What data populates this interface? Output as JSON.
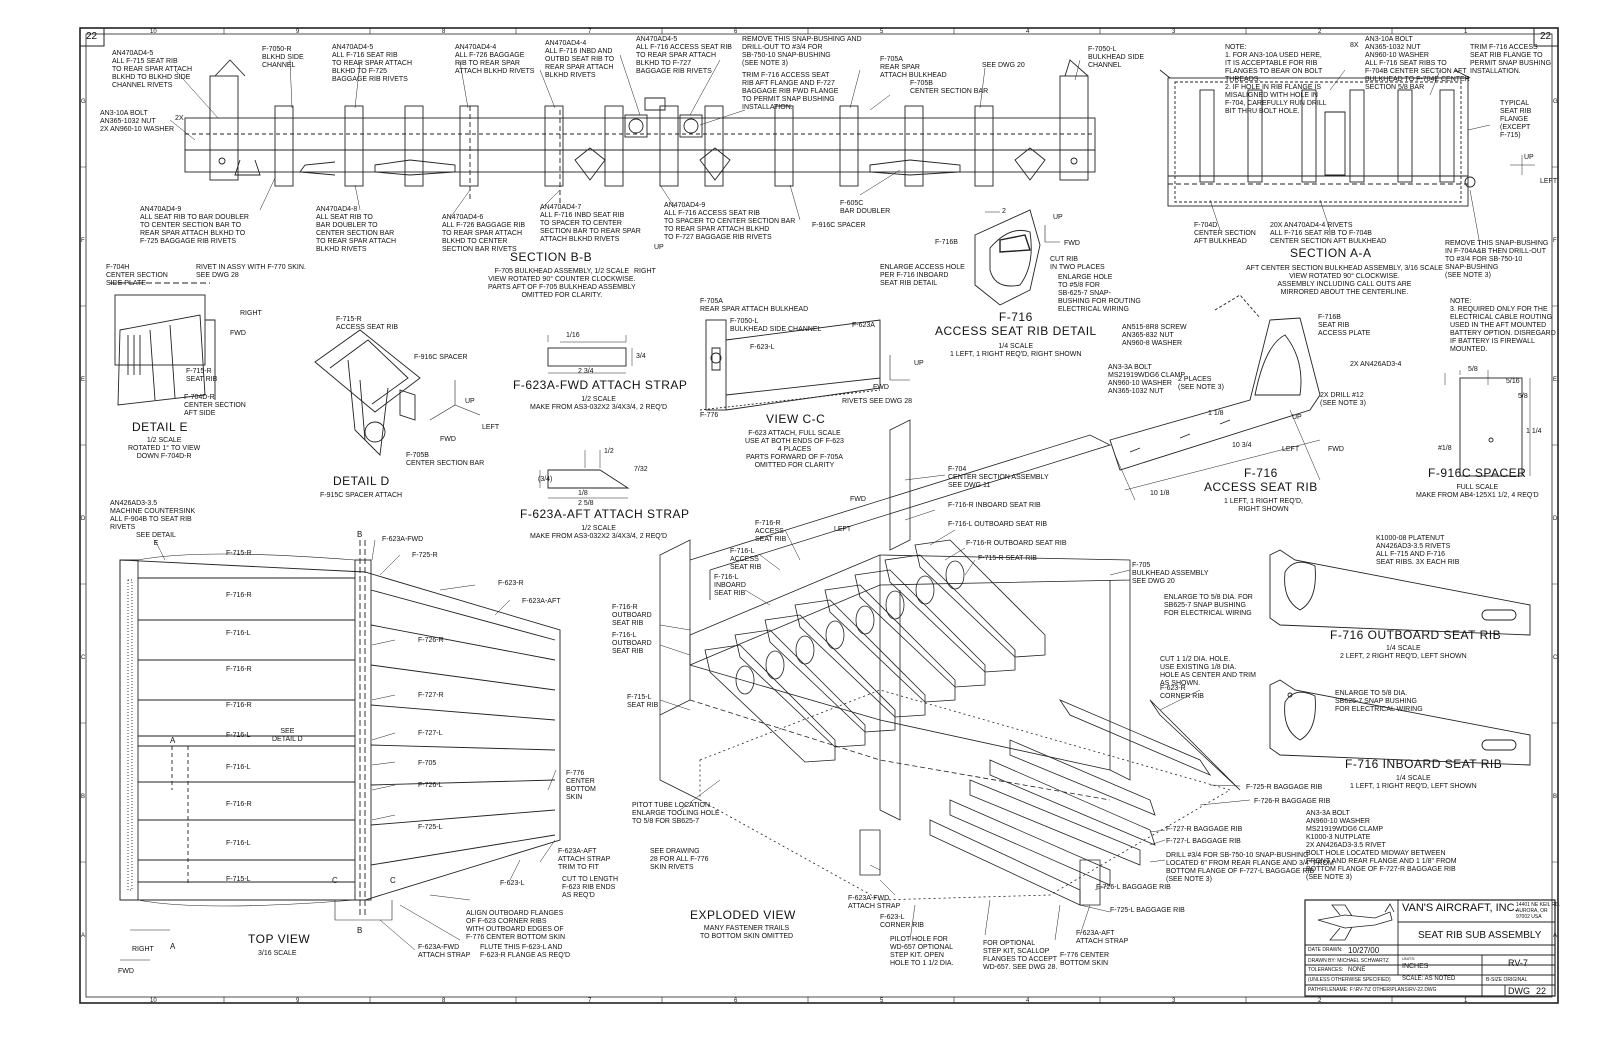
{
  "sheet": {
    "number": "22",
    "grid_cols_top": [
      "10",
      "9",
      "8",
      "7",
      "6",
      "5",
      "4",
      "3",
      "2",
      "1"
    ],
    "grid_rows_left": [
      "G",
      "F",
      "E",
      "D",
      "C",
      "B",
      "A"
    ]
  },
  "notes": {
    "n1": "NOTE:\n1. FOR AN3-10A USED HERE,\nIT IS ACCEPTABLE FOR RIB\nFLANGES TO BEAR ON BOLT\nTHREADS.\n2. IF HOLE IN RIB FLANGE IS\nMISALIGNED WITH HOLE IN\nF-704, CAREFULLY RUN DRILL\nBIT THRU BOLT HOLE.",
    "n3": "NOTE:\n3. REQUIRED ONLY FOR THE\nELECTRICAL CABLE ROUTING\nUSED IN THE AFT MOUNTED\nBATTERY OPTION. DISREGARD\nIF BATTERY IS FIREWALL\nMOUNTED."
  },
  "views": {
    "section_bb": {
      "title": "SECTION B-B",
      "desc": "F-705 BULKHEAD ASSEMBLY, 1/2 SCALE\nVIEW ROTATED 90° COUNTER CLOCKWISE.\nPARTS AFT OF F-705 BULKHEAD ASSEMBLY\nOMITTED FOR CLARITY."
    },
    "section_aa": {
      "title": "SECTION A-A",
      "desc": "AFT CENTER SECTION BULKHEAD ASSEMBLY, 3/16 SCALE\nVIEW ROTATED 90° CLOCKWISE.\nASSEMBLY INCLUDING CALL OUTS ARE\nMIRRORED ABOUT THE CENTERLINE."
    },
    "detail_e": {
      "title": "DETAIL E",
      "desc": "1/2 SCALE\nROTATED 1° TO VIEW\nDOWN F-704D-R"
    },
    "detail_d": {
      "title": "DETAIL D",
      "desc": "F-915C SPACER ATTACH"
    },
    "fwd_strap": {
      "title": "F-623A-FWD ATTACH STRAP",
      "desc": "1/2 SCALE\nMAKE FROM AS3-032X2 3/4X3/4, 2 REQ'D"
    },
    "aft_strap": {
      "title": "F-623A-AFT ATTACH STRAP",
      "desc": "1/2 SCALE\nMAKE FROM AS3-032X2 3/4X3/4, 2 REQ'D"
    },
    "view_cc": {
      "title": "VIEW C-C",
      "desc": "F-623 ATTACH, FULL SCALE\nUSE AT BOTH ENDS OF F-623\n4 PLACES\nPARTS FORWARD OF F-705A\nOMITTED FOR CLARITY"
    },
    "access_detail": {
      "title": "F-716\nACCESS SEAT RIB DETAIL",
      "desc": "1/4 SCALE\n1 LEFT, 1 RIGHT REQ'D, RIGHT SHOWN"
    },
    "access_rib": {
      "title": "F-716\nACCESS SEAT RIB",
      "desc": "1 LEFT, 1 RIGHT REQ'D,\nRIGHT SHOWN"
    },
    "spacer": {
      "title": "F-916C SPACER",
      "desc": "FULL SCALE\nMAKE FROM AB4-125X1 1/2, 4 REQ'D"
    },
    "outboard": {
      "title": "F-716 OUTBOARD SEAT RIB",
      "desc": "1/4 SCALE\n2 LEFT, 2 RIGHT REQ'D, LEFT SHOWN"
    },
    "inboard": {
      "title": "F-716 INBOARD SEAT RIB",
      "desc": "1/4 SCALE\n1 LEFT, 1 RIGHT REQ'D, LEFT SHOWN"
    },
    "top_view": {
      "title": "TOP VIEW",
      "desc": "3/16 SCALE"
    },
    "exploded": {
      "title": "EXPLODED VIEW",
      "desc": "MANY FASTENER TRAILS\nTO BOTTOM SKIN OMITTED"
    }
  },
  "callouts": {
    "c01": "AN470AD4-5\nALL F-715 SEAT RIB\nTO REAR SPAR ATTACH\nBLKHD TO BLKHD SIDE\nCHANNEL RIVETS",
    "c02": "F-7050-R\nBLKHD SIDE\nCHANNEL",
    "c03": "AN470AD4-5\nALL F-716 SEAT RIB\nTO REAR SPAR ATTACH\nBLKHD TO F-725\nBAGGAGE RIB RIVETS",
    "c04": "AN470AD4-4\nALL F-726 BAGGAGE\nRIB TO REAR SPAR\nATTACH BLKHD RIVETS",
    "c05": "AN470AD4-4\nALL F-716 INBD AND\nOUTBD SEAT RIB TO\nREAR SPAR ATTACH\nBLKHD RIVETS",
    "c06": "AN470AD4-5\nALL F-716 ACCESS SEAT RIB\nTO REAR SPAR ATTACH\nBLKHD TO F-727\nBAGGAGE RIB RIVETS",
    "c07": "REMOVE THIS SNAP-BUSHING AND\nDRILL-OUT TO #3/4 FOR\nSB-750-10 SNAP-BUSHING\n(SEE NOTE 3)",
    "c08": "TRIM F-716 ACCESS SEAT\nRIB AFT FLANGE AND F-727\nBAGGAGE RIB FWD FLANGE\nTO PERMIT SNAP BUSHING\nINSTALLATION.",
    "c09": "F-705A\nREAR SPAR\nATTACH BULKHEAD",
    "c10": "F-705B\nCENTER SECTION BAR",
    "c11": "SEE DWG 20",
    "c12": "F-7050-L\nBULKHEAD SIDE\nCHANNEL",
    "c13": "AN3-10A BOLT\nAN365-1032 NUT\n2X AN960-10 WASHER",
    "c14": "2X",
    "c15": "AN470AD4-9\nALL SEAT RIB TO BAR DOUBLER\nTO CENTER SECTION BAR TO\nREAR SPAR ATTACH BLKHD TO\nF-725 BAGGAGE RIB RIVETS",
    "c16": "AN470AD4-8\nALL SEAT RIB TO\nBAR DOUBLER TO\nCENTER SECTION BAR\nTO REAR SPAR ATTACH\nBLKHD RIVETS",
    "c17": "AN470AD4-6\nALL F-726 BAGGAGE RIB\nTO REAR SPAR ATTACH\nBLKHD TO CENTER\nSECTION BAR RIVETS",
    "c18": "AN470AD4-7\nALL F-716 INBD SEAT RIB\nTO SPACER TO CENTER\nSECTION BAR TO REAR SPAR\nATTACH BLKHD RIVETS",
    "c19": "AN470AD4-9\nALL F-716 ACCESS SEAT RIB\nTO SPACER TO CENTER SECTION BAR\nTO REAR SPAR ATTACH BLKHD\nTO F-727 BAGGAGE RIB RIVETS",
    "c20": "F-605C\nBAR DOUBLER",
    "c21": "F-916C SPACER",
    "c22": "AN3-10A BOLT\nAN365-1032 NUT\nAN960-10 WASHER\nALL F-716 SEAT RIBS TO\nF-704B CENTER SECTION AFT\nBULKHEAD TO F-704E CENTER\nSECTION 5/8 BAR",
    "c23": "8X",
    "c24": "TRIM F-716 ACCESS\nSEAT RIB FLANGE TO\nPERMIT SNAP BUSHING\nINSTALLATION.",
    "c25": "TYPICAL\nSEAT RIB\nFLANGE\n(EXCEPT\nF-715)",
    "c26": "F-704D\nCENTER SECTION\nAFT BULKHEAD",
    "c27": "20X AN470AD4-4 RIVETS\nALL F-716 SEAT RIB TO F-704B\nCENTER SECTION AFT BULKHEAD",
    "c28": "REMOVE THIS SNAP-BUSHING\nIN F-704A&B THEN DRILL-OUT\nTO #3/4 FOR SB-750-10\nSNAP-BUSHING\n(SEE NOTE 3)",
    "c29": "F-704H\nCENTER SECTION\nSIDE PLATE",
    "c30": "RIVET IN ASSY WITH F-770 SKIN.\nSEE DWG 28",
    "c31": "F-715-R\nACCESS SEAT RIB",
    "c32": "F-916C SPACER",
    "c33": "F-715-R\nSEAT RIB",
    "c34": "F-704D-R\nCENTER SECTION\nAFT SIDE",
    "c35": "F-705B\nCENTER SECTION BAR",
    "c36": "F-716B",
    "c37": "CUT RIB\nIN TWO PLACES",
    "c38": "ENLARGE HOLE\nTO #5/8 FOR\nSB-625-7 SNAP-\nBUSHING FOR ROUTING\nELECTRICAL WIRING",
    "c39": "ENLARGE ACCESS HOLE\nPER F-716 INBOARD\nSEAT RIB DETAIL",
    "c40": "F-705A\nREAR SPAR ATTACH BULKHEAD",
    "c41": "F-7050-L\nBULKHEAD SIDE CHANNEL",
    "c42": "F-623A",
    "c43": "F-623-L",
    "c44": "RIVETS SEE DWG 28",
    "c45": "F-776",
    "c46": "AN515-8R8 SCREW\nAN365-832 NUT\nAN960-8 WASHER",
    "c47": "F-716B\nSEAT RIB\nACCESS PLATE",
    "c48": "2X AN426AD3-4",
    "c49": "AN3-3A BOLT\nMS21919WDG6 CLAMP\nAN960-10 WASHER\nAN365-1032 NUT",
    "c50": "2 PLACES\n(SEE NOTE 3)",
    "c51": "2X DRILL #12\n(SEE NOTE 3)",
    "c52": "AN426AD3-3.5\nMACHINE COUNTERSINK\nALL F-904B TO SEAT RIB\nRIVETS",
    "c53": "SEE DETAIL\nE",
    "c54": "F-623A-FWD",
    "c55": "F-715-R",
    "c56": "F-725-R",
    "c57": "F-716-R",
    "c58": "F-623-R",
    "c59": "F-623A-AFT",
    "c60": "F-716-L",
    "c61": "F-726-R",
    "c62": "F-716-R",
    "c63": "F-727-R",
    "c64": "F-716-R",
    "c65": "F-716-L",
    "c66": "SEE\nDETAIL D",
    "c67": "F-727-L",
    "c68": "F-705",
    "c69": "F-716-L",
    "c70": "F-726-L",
    "c71": "F-716-R",
    "c72": "F-725-L",
    "c73": "F-716-L",
    "c74": "F-715-L",
    "c75": "F-623-L",
    "c76": "F-776\nCENTER\nBOTTOM\nSKIN",
    "c77": "F-623A-AFT\nATTACH STRAP\nTRIM TO FIT",
    "c78": "CUT TO LENGTH\nF-623 RIB ENDS\nAS REQ'D",
    "c79": "ALIGN OUTBOARD FLANGES\nOF F-623 CORNER RIBS\nWITH OUTBOARD EDGES OF\nF-776 CENTER BOTTOM SKIN",
    "c80": "FLUTE THIS F-623-L AND\nF-623-R FLANGE AS REQ'D",
    "c81": "F-623A-FWD\nATTACH STRAP",
    "c82": "F-704\nCENTER SECTION ASSEMBLY\nSEE DWG 11",
    "c83": "F-716-R INBOARD SEAT RIB",
    "c84": "F-716-L OUTBOARD SEAT RIB",
    "c85": "F-716-R OUTBOARD SEAT RIB",
    "c86": "F-715-R SEAT RIB",
    "c87": "F-705\nBULKHEAD ASSEMBLY\nSEE DWG 20",
    "c88": "F-716-R\nACCESS\nSEAT RIB",
    "c89": "F-716-L\nACCESS\nSEAT RIB",
    "c90": "F-716-L\nINBOARD\nSEAT RIB",
    "c91": "F-716-R\nOUTBOARD\nSEAT RIB",
    "c92": "F-716-L\nOUTBOARD\nSEAT RIB",
    "c93": "F-715-L\nSEAT RIB",
    "c94": "F-623-R\nCORNER RIB",
    "c95": "PITOT TUBE LOCATION.\nENLARGE TOOLING HOLE\nTO 5/8 FOR SB625-7",
    "c96": "SEE DRAWING\n28 FOR ALL F-776\nSKIN RIVETS",
    "c97": "F-725-R BAGGAGE RIB",
    "c98": "F-726-R BAGGAGE RIB",
    "c99": "F-727-R BAGGAGE RIB",
    "c100": "F-727-L BAGGAGE RIB",
    "c101": "F-726-L BAGGAGE RIB",
    "c102": "F-725-L BAGGAGE RIB",
    "c103": "F-623A-FWD\nATTACH STRAP",
    "c104": "F-623-L\nCORNER RIB",
    "c105": "PILOT HOLE FOR\nWD-657 OPTIONAL\nSTEP KIT. OPEN\nHOLE TO 1 1/2 DIA.",
    "c106": "FOR OPTIONAL\nSTEP KIT, SCALLOP\nFLANGES TO ACCEPT\nWD-657. SEE DWG 28.",
    "c107": "F-776 CENTER\nBOTTOM SKIN",
    "c108": "F-623A-AFT\nATTACH STRAP",
    "c109": "DRILL #3/4 FOR SB-750-10 SNAP-BUSHING\nLOCATED 6\" FROM REAR FLANGE AND 3/4\" FROM\nBOTTOM FLANGE OF F-727-L BAGGAGE RIB\n(SEE NOTE 3)",
    "c110": "AN3-3A BOLT\nAN960-10 WASHER\nMS21919WDG6 CLAMP\nK1000-3 NUTPLATE\n2X AN426AD3-3.5 RIVET\nBOLT HOLE LOCATED MIDWAY BETWEEN\nFRONT AND REAR FLANGE AND 1 1/8\" FROM\nBOTTOM FLANGE OF F-727-R BAGGAGE RIB\n(SEE NOTE 3)",
    "c111": "K1000-08 PLATENUT\nAN426AD3-3.5 RIVETS\nALL F-715 AND F-716\nSEAT RIBS. 3X EACH RIB",
    "c112": "ENLARGE TO 5/8 DIA. FOR\nSB625-7 SNAP BUSHING\nFOR ELECTRICAL WIRING",
    "c113": "CUT 1 1/2 DIA. HOLE.\nUSE EXISTING 1/8 DIA.\nHOLE AS CENTER AND TRIM\nAS SHOWN.",
    "c114": "ENLARGE TO 5/8 DIA.\nSB625-7 SNAP BUSHING\nFOR ELECTRICAL WIRING"
  },
  "dims": {
    "d1": "1/16",
    "d2": "2 3/4",
    "d3": "3/4",
    "d4": "1/2",
    "d5": "7/32",
    "d6": "(3/4)",
    "d7": "1/8",
    "d8": "2 5/8",
    "d9": "2",
    "d10": "5/8",
    "d11": "5/16",
    "d12": "5/8",
    "d13": "1 1/4",
    "d14": "#1/8",
    "d15": "1 1/8",
    "d16": "10 3/4",
    "d17": "10 1/8"
  },
  "arrows": {
    "up": "UP",
    "fwd": "FWD",
    "left": "LEFT",
    "right": "RIGHT"
  },
  "section_marks": {
    "a": "A",
    "b": "B",
    "c": "C",
    "e": "E"
  },
  "title_block": {
    "company": "VAN'S AIRCRAFT, INC.",
    "address": "14401 NE KEIL RD.\nAURORA, OR\n97002 USA",
    "title": "SEAT RIB SUB ASSEMBLY",
    "date_label": "DATE DRAWN:",
    "date": "10/27/00",
    "drawn_by": "DRAWN BY: MICHAEL SCHWARTZ",
    "tolerances_label": "TOLERANCES:",
    "tolerances": "NONE",
    "unless": "(UNLESS OTHERWISE SPECIFIED)",
    "units_label": "UNITS:",
    "units": "INCHES",
    "scale": "SCALE: AS NOTED",
    "model": "RV-7",
    "size": "B-SIZE ORIGINAL",
    "path": "PATH\\FILENAME: F:\\RV-7\\Z OTHER\\PLANS\\RV-22.DWG",
    "dwg_label": "DWG",
    "dwg_no": "22"
  }
}
